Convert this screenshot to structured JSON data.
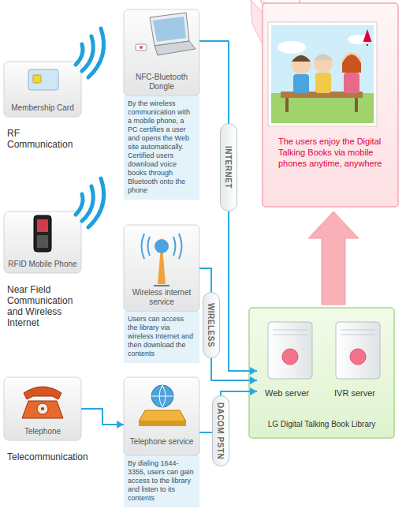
{
  "diagram": {
    "nodes": [
      {
        "text": [
          "Membership Card",
          "RF Communication"
        ]
      },
      {
        "text": [
          "NFC-Bluetooth Dongle",
          "By the wireless communication with a mobile phone, a PC certifies a user and opens the Web site automatically. Certified users download voice books through Bluetooth onto the phone"
        ]
      },
      {
        "text": [
          "The users enjoy the Digital Talking Books via mobile phones anytime, anywhere"
        ]
      },
      {
        "text": [
          "RFID Mobile Phone",
          "Near Field Communication and Wireless Internet"
        ]
      },
      {
        "text": [
          "Wireless internet service",
          "Users can access the library via wireless Internet and then download the contents"
        ]
      },
      {
        "text": [
          "Telephone",
          "Telecommunication"
        ]
      },
      {
        "text": [
          "LG Digital Talking Book Library"
        ]
      },
      {
        "text": [
          "Web server"
        ],
        "in": 6
      },
      {
        "text": [
          "IVR server"
        ],
        "in": 6
      },
      {
        "text": [
          "Telephone service",
          "By dialing 1644-3355, users can gain access to the library and listen to its contents"
        ]
      }
    ],
    "edges": [
      {
        "from": 1,
        "to": 7,
        "label": "INTERNET",
        "arrow": "to"
      },
      {
        "from": 4,
        "to": 7,
        "label": "WIRELESS",
        "arrow": "to"
      },
      {
        "from": 9,
        "to": 7,
        "label": "DACOM PSTN",
        "arrow": "to"
      },
      {
        "from": 5,
        "to": 9,
        "arrow": "to"
      },
      {
        "from": 6,
        "to": 2,
        "arrow": "to"
      }
    ]
  }
}
